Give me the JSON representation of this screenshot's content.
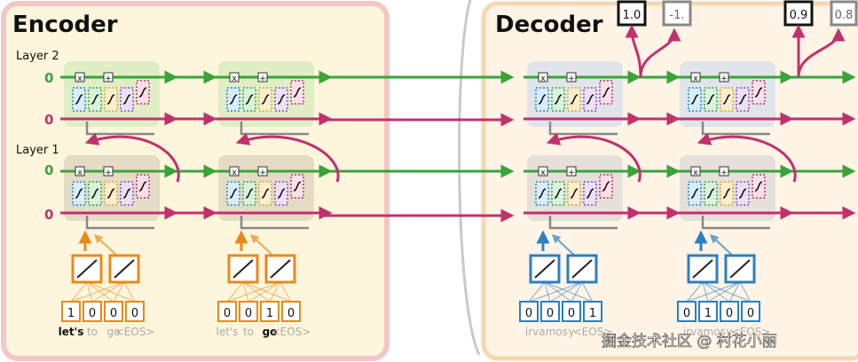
{
  "encoder": {
    "title": "Encoder",
    "layer2_label": "Layer 2",
    "layer1_label": "Layer 1",
    "state_values": [
      "0",
      "0",
      "0",
      "0"
    ],
    "inputs": [
      {
        "onehot": [
          "1",
          "0",
          "0",
          "0"
        ]
      },
      {
        "onehot": [
          "0",
          "0",
          "1",
          "0"
        ]
      }
    ],
    "vocab_row1": [
      "let's",
      "to",
      "go",
      "<EOS>"
    ],
    "vocab_row2": [
      "let's",
      "to",
      "go",
      "<EOS>"
    ]
  },
  "decoder": {
    "title": "Decoder",
    "outputs_left": [
      "1.0",
      "-1."
    ],
    "outputs_right": [
      "0.9",
      "0.8"
    ],
    "inputs": [
      {
        "onehot": [
          "0",
          "0",
          "0",
          "1"
        ]
      },
      {
        "onehot": [
          "0",
          "1",
          "0",
          "0"
        ]
      }
    ],
    "vocab_row1": [
      "ir",
      "vamos",
      "y",
      "<EOS>"
    ],
    "vocab_row2": [
      "ir",
      "vamos",
      "y",
      "<EOS>"
    ]
  },
  "gates": {
    "multiply": "x",
    "add": "+"
  },
  "watermark": "掘金技术社区 @ 村花小丽",
  "colors": {
    "encoder_bg": "#fdf6dc",
    "encoder_border": "#f4c6c6",
    "decoder_bg": "#fff4e6",
    "decoder_border": "#f7d7b0",
    "green_arrow": "#3aa33a",
    "magenta_arrow": "#c2306e",
    "encoder_input": "#e8891c",
    "decoder_input": "#2b7fc1"
  }
}
